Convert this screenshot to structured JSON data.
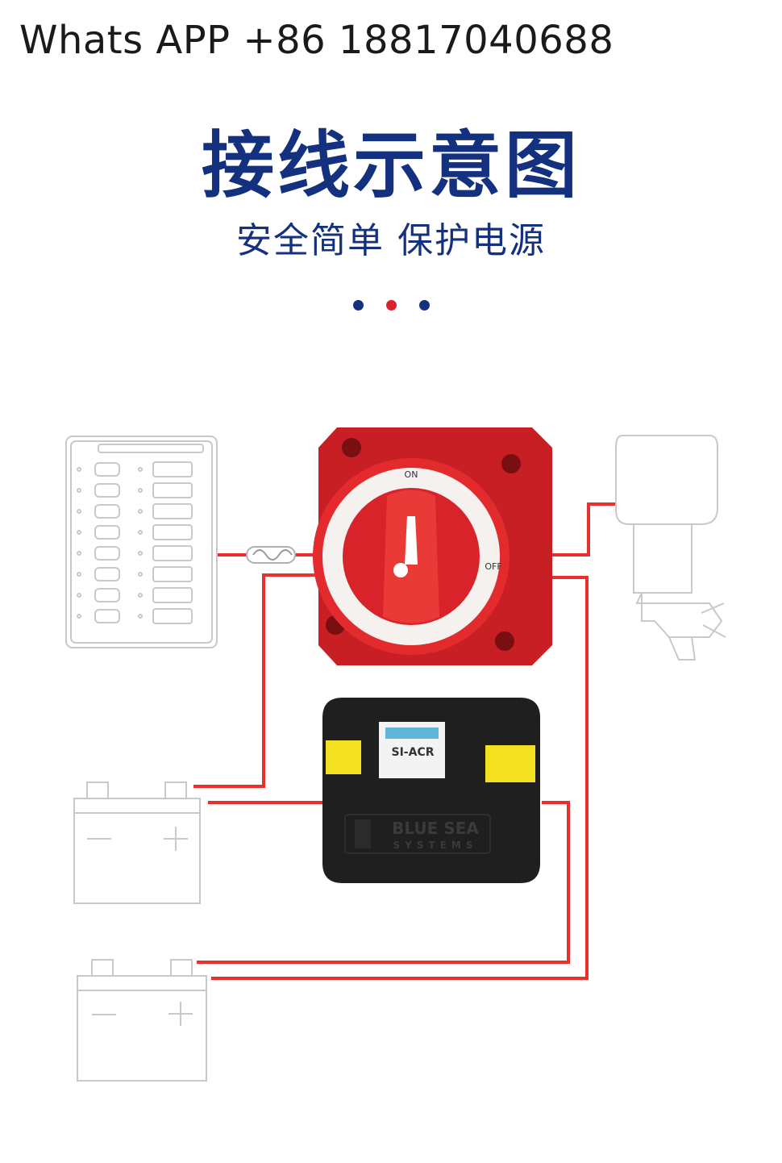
{
  "header": {
    "contact": "Whats APP +86 18817040688",
    "title": "接线示意图",
    "subtitle": "安全简单 保护电源"
  },
  "dots": [
    {
      "color": "#14317f"
    },
    {
      "color": "#d8232a"
    },
    {
      "color": "#14317f"
    }
  ],
  "colors": {
    "wire": "#e8302e",
    "outline": "#c9c9c9",
    "switch_red": "#d8232a",
    "acr_black": "#1f1f1f",
    "acr_yellow": "#f2e021"
  },
  "diagram": {
    "acr_label_line1": "SI-ACR",
    "acr_brand_line1": "BLUE SEA",
    "acr_brand_line2": "SYSTEMS",
    "switch_positions": {
      "on": "ON",
      "off": "OFF"
    },
    "icons": [
      "fuse-panel-icon",
      "fuse-icon",
      "battery-switch-icon",
      "outboard-motor-icon",
      "acr-icon",
      "battery-icon"
    ]
  }
}
